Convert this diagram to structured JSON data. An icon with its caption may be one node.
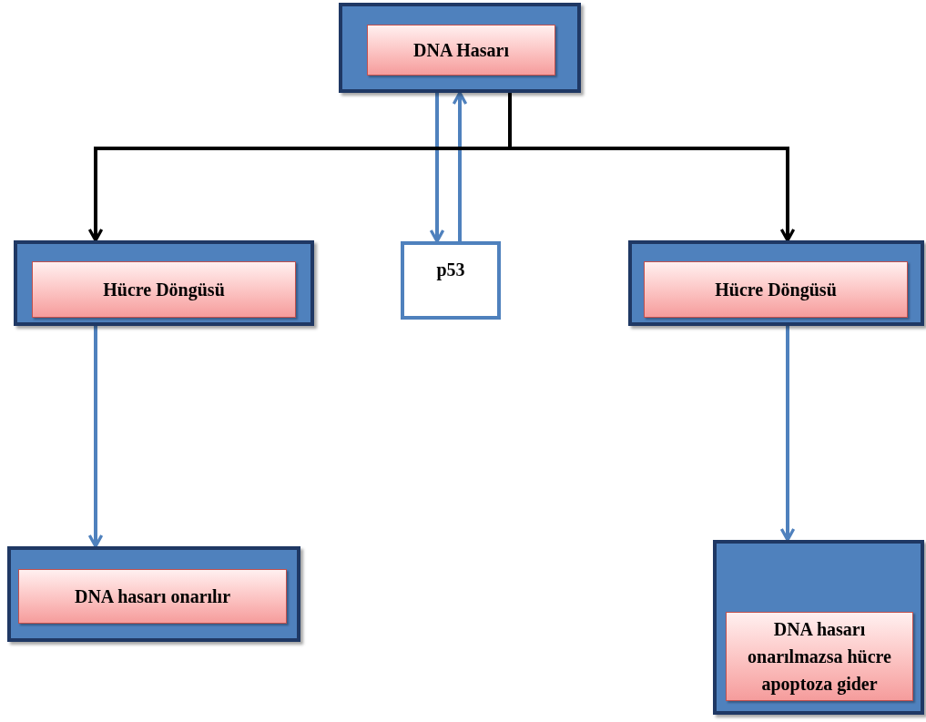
{
  "diagram": {
    "nodes": [
      {
        "text": [],
        "shape": "box"
      },
      {
        "text": [
          "DNA Hasarı"
        ],
        "in": 0
      },
      {
        "text": [
          "p53"
        ]
      },
      {
        "text": [],
        "shape": "box"
      },
      {
        "text": [
          "Hücre Döngüsü"
        ],
        "in": 3
      },
      {
        "text": [],
        "shape": "box"
      },
      {
        "text": [
          "Hücre Döngüsü"
        ],
        "in": 5
      },
      {
        "text": [],
        "shape": "box"
      },
      {
        "text": [
          "DNA hasarı onarılır"
        ],
        "in": 7
      },
      {
        "text": [],
        "shape": "box"
      },
      {
        "text": [
          "DNA hasarı onarılmazsa hücre apoptoza gider"
        ],
        "in": 9
      }
    ],
    "edges": [
      {
        "from": 0,
        "to": 2,
        "arrow": "to"
      },
      {
        "from": 2,
        "to": 0,
        "arrow": "to"
      },
      {
        "from": 0,
        "to": 3,
        "arrow": "to",
        "color": "#000000"
      },
      {
        "from": 0,
        "to": 5,
        "arrow": "to",
        "color": "#000000"
      },
      {
        "from": 3,
        "to": 7,
        "arrow": "to"
      },
      {
        "from": 5,
        "to": 9,
        "arrow": "to"
      }
    ]
  }
}
